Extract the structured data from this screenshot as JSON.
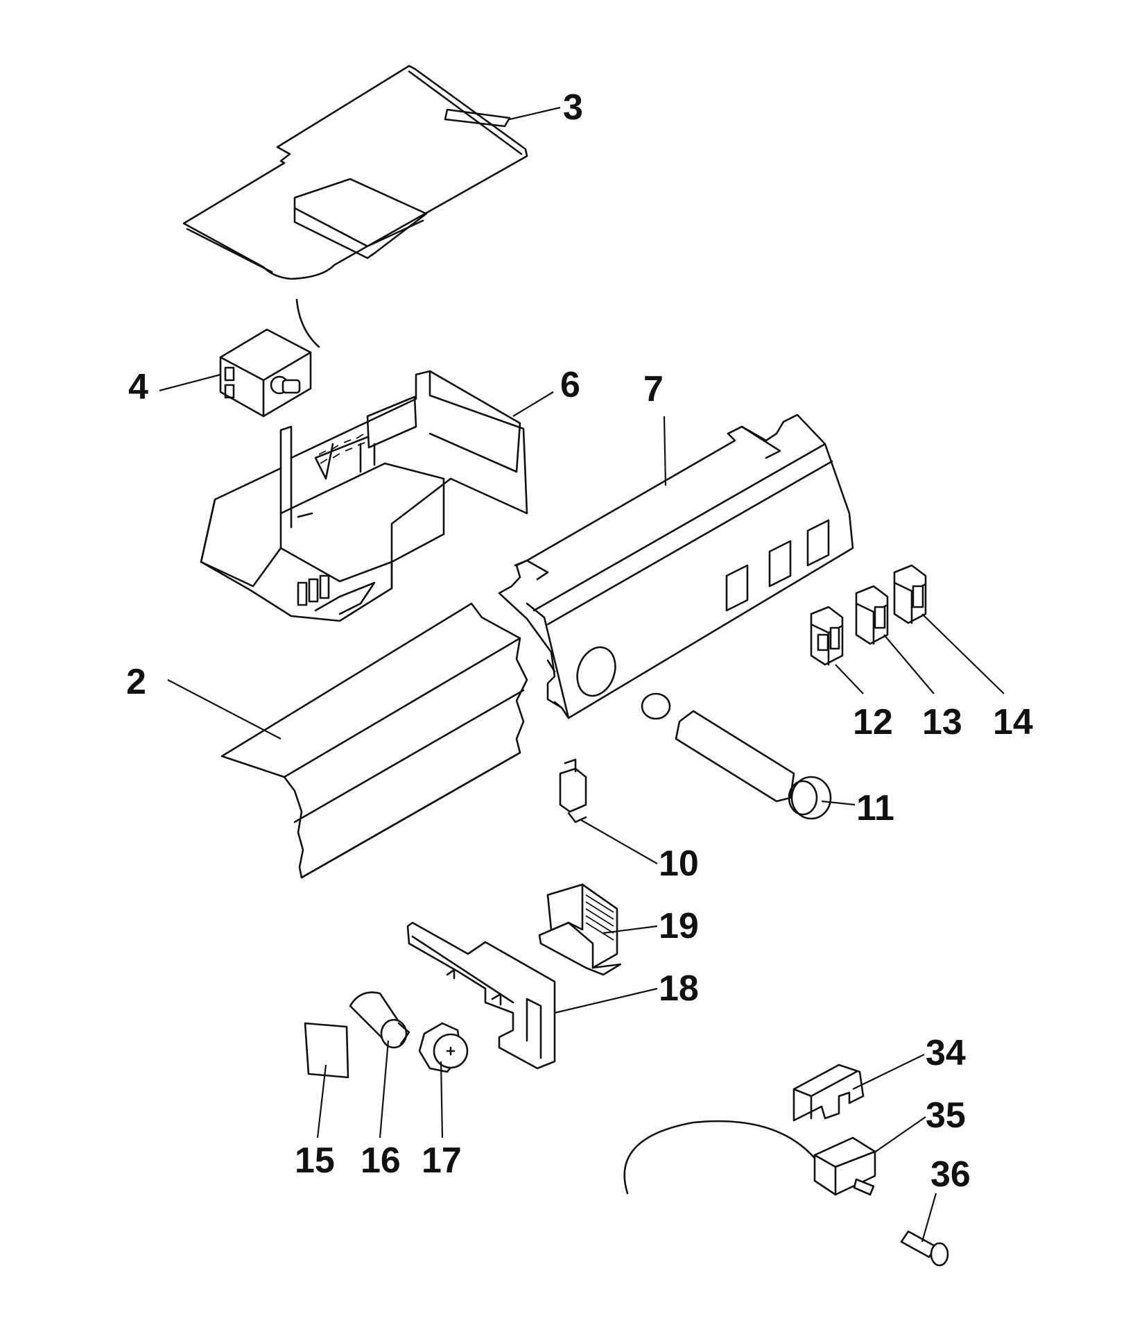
{
  "callouts": [
    {
      "id": "c2",
      "label": "2"
    },
    {
      "id": "c3",
      "label": "3"
    },
    {
      "id": "c4",
      "label": "4"
    },
    {
      "id": "c6",
      "label": "6"
    },
    {
      "id": "c7",
      "label": "7"
    },
    {
      "id": "c10",
      "label": "10"
    },
    {
      "id": "c11",
      "label": "11"
    },
    {
      "id": "c12",
      "label": "12"
    },
    {
      "id": "c13",
      "label": "13"
    },
    {
      "id": "c14",
      "label": "14"
    },
    {
      "id": "c15",
      "label": "15"
    },
    {
      "id": "c16",
      "label": "16"
    },
    {
      "id": "c17",
      "label": "17"
    },
    {
      "id": "c18",
      "label": "18"
    },
    {
      "id": "c19",
      "label": "19"
    },
    {
      "id": "c34",
      "label": "34"
    },
    {
      "id": "c35",
      "label": "35"
    },
    {
      "id": "c36",
      "label": "36"
    }
  ]
}
